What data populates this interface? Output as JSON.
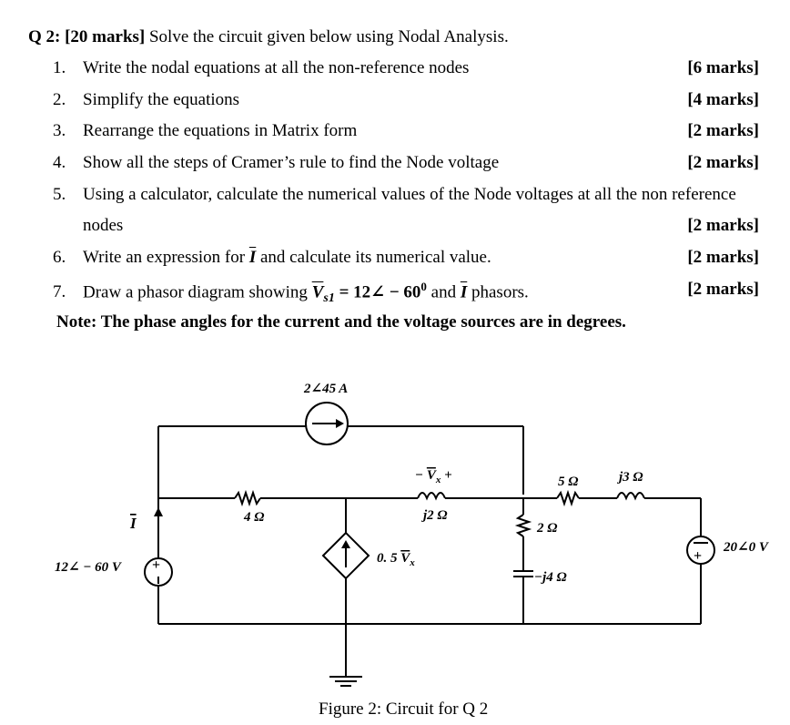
{
  "question": {
    "label": "Q 2: [20 marks]",
    "text": " Solve the circuit given below using Nodal Analysis."
  },
  "items": [
    {
      "num": "1.",
      "text": "Write the nodal equations at all the non-reference nodes",
      "marks": "[6 marks]"
    },
    {
      "num": "2.",
      "text": "Simplify the equations",
      "marks": "[4 marks]"
    },
    {
      "num": "3.",
      "text": "Rearrange the equations in Matrix form",
      "marks": "[2 marks]"
    },
    {
      "num": "4.",
      "text": "Show all the steps of Cramer’s rule to find the Node voltage",
      "marks": "[2 marks]"
    },
    {
      "num": "5.",
      "text": "Using a calculator, calculate the numerical values of the Node voltages at all the non reference",
      "text2": "nodes",
      "marks": "[2 marks]"
    },
    {
      "num": "6.",
      "text_a": "Write an expression for ",
      "sym": "I",
      "text_b": " and calculate its numerical value.",
      "marks": "[2 marks]"
    },
    {
      "num": "7.",
      "text_a": "Draw a phasor diagram showing ",
      "vs_sym": "V",
      "vs_sub": "s1",
      "vs_val": " = 12∠ − 60",
      "vs_sup": "0",
      "text_b": " and ",
      "sym": "I",
      "text_c": " phasors.",
      "marks": "[2 marks]"
    }
  ],
  "note": "Note: The phase angles for the current and the voltage sources are in degrees.",
  "circuit": {
    "current_source": "2∠45 A",
    "vx_label_minus": "− ",
    "vx_symbol": "V",
    "vx_sub": "x",
    "vx_label_plus": " +",
    "r4": "4 Ω",
    "j2": "j2 Ω",
    "r5": "5 Ω",
    "j3": "j3 Ω",
    "r2": "2 Ω",
    "cap": "−j4 Ω",
    "dep_source": "0. 5 ",
    "dep_sym": "V",
    "dep_sub": "x",
    "vs1": "12∠ − 60 V",
    "vs2": "20∠0 V",
    "i_label": "I"
  },
  "caption": "Figure 2:  Circuit for Q 2"
}
